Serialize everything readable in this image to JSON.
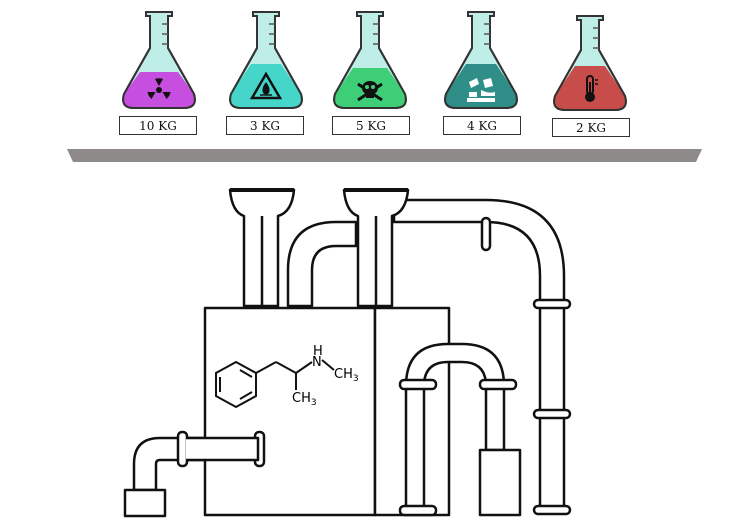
{
  "flasks": [
    {
      "id": "radioactive",
      "weight": "10 KG",
      "liquid": "#c64fe0",
      "hazard": "radiation-icon"
    },
    {
      "id": "flammable",
      "weight": "3 KG",
      "liquid": "#45d6c9",
      "hazard": "flame-icon"
    },
    {
      "id": "toxic",
      "weight": "5 KG",
      "liquid": "#3fce78",
      "hazard": "skull-icon"
    },
    {
      "id": "corrosive",
      "weight": "4 KG",
      "liquid": "#2f8f88",
      "hazard": "corrosive-icon"
    },
    {
      "id": "heat",
      "weight": "2 KG",
      "liquid": "#c84d4a",
      "hazard": "thermometer-icon"
    }
  ],
  "colors": {
    "glass": "#a9ece6",
    "shelf": "#8f8a8a",
    "outline": "#111111"
  },
  "formula": {
    "nh": "H",
    "n": "N",
    "ch3_right": "CH",
    "ch3_bottom": "CH",
    "sub3": "3"
  }
}
